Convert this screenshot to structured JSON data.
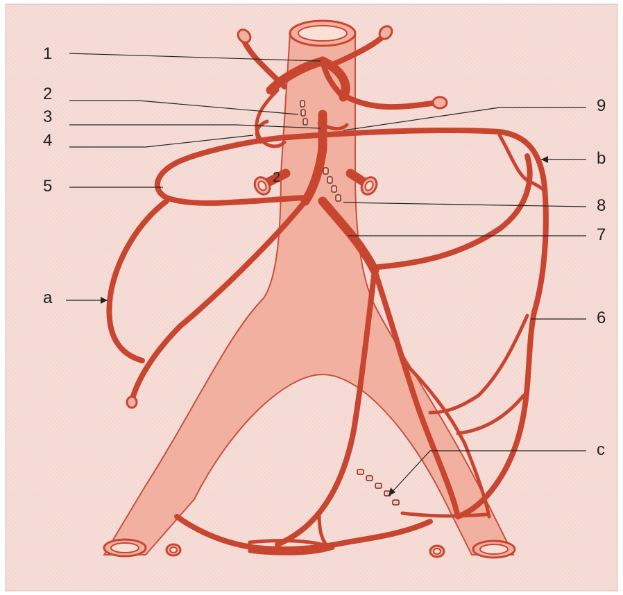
{
  "labels": {
    "n1": "1",
    "n2": "2",
    "n3": "3",
    "n4": "4",
    "n5": "5",
    "n6": "6",
    "n7": "7",
    "n8": "8",
    "n9": "9",
    "la": "a",
    "lb": "b",
    "lc": "c",
    "inner2": "2"
  },
  "colors": {
    "background": "#f6dcd6",
    "aorta_fill": "#f2b0a0",
    "vessel": "#c84530",
    "text": "#222222"
  }
}
